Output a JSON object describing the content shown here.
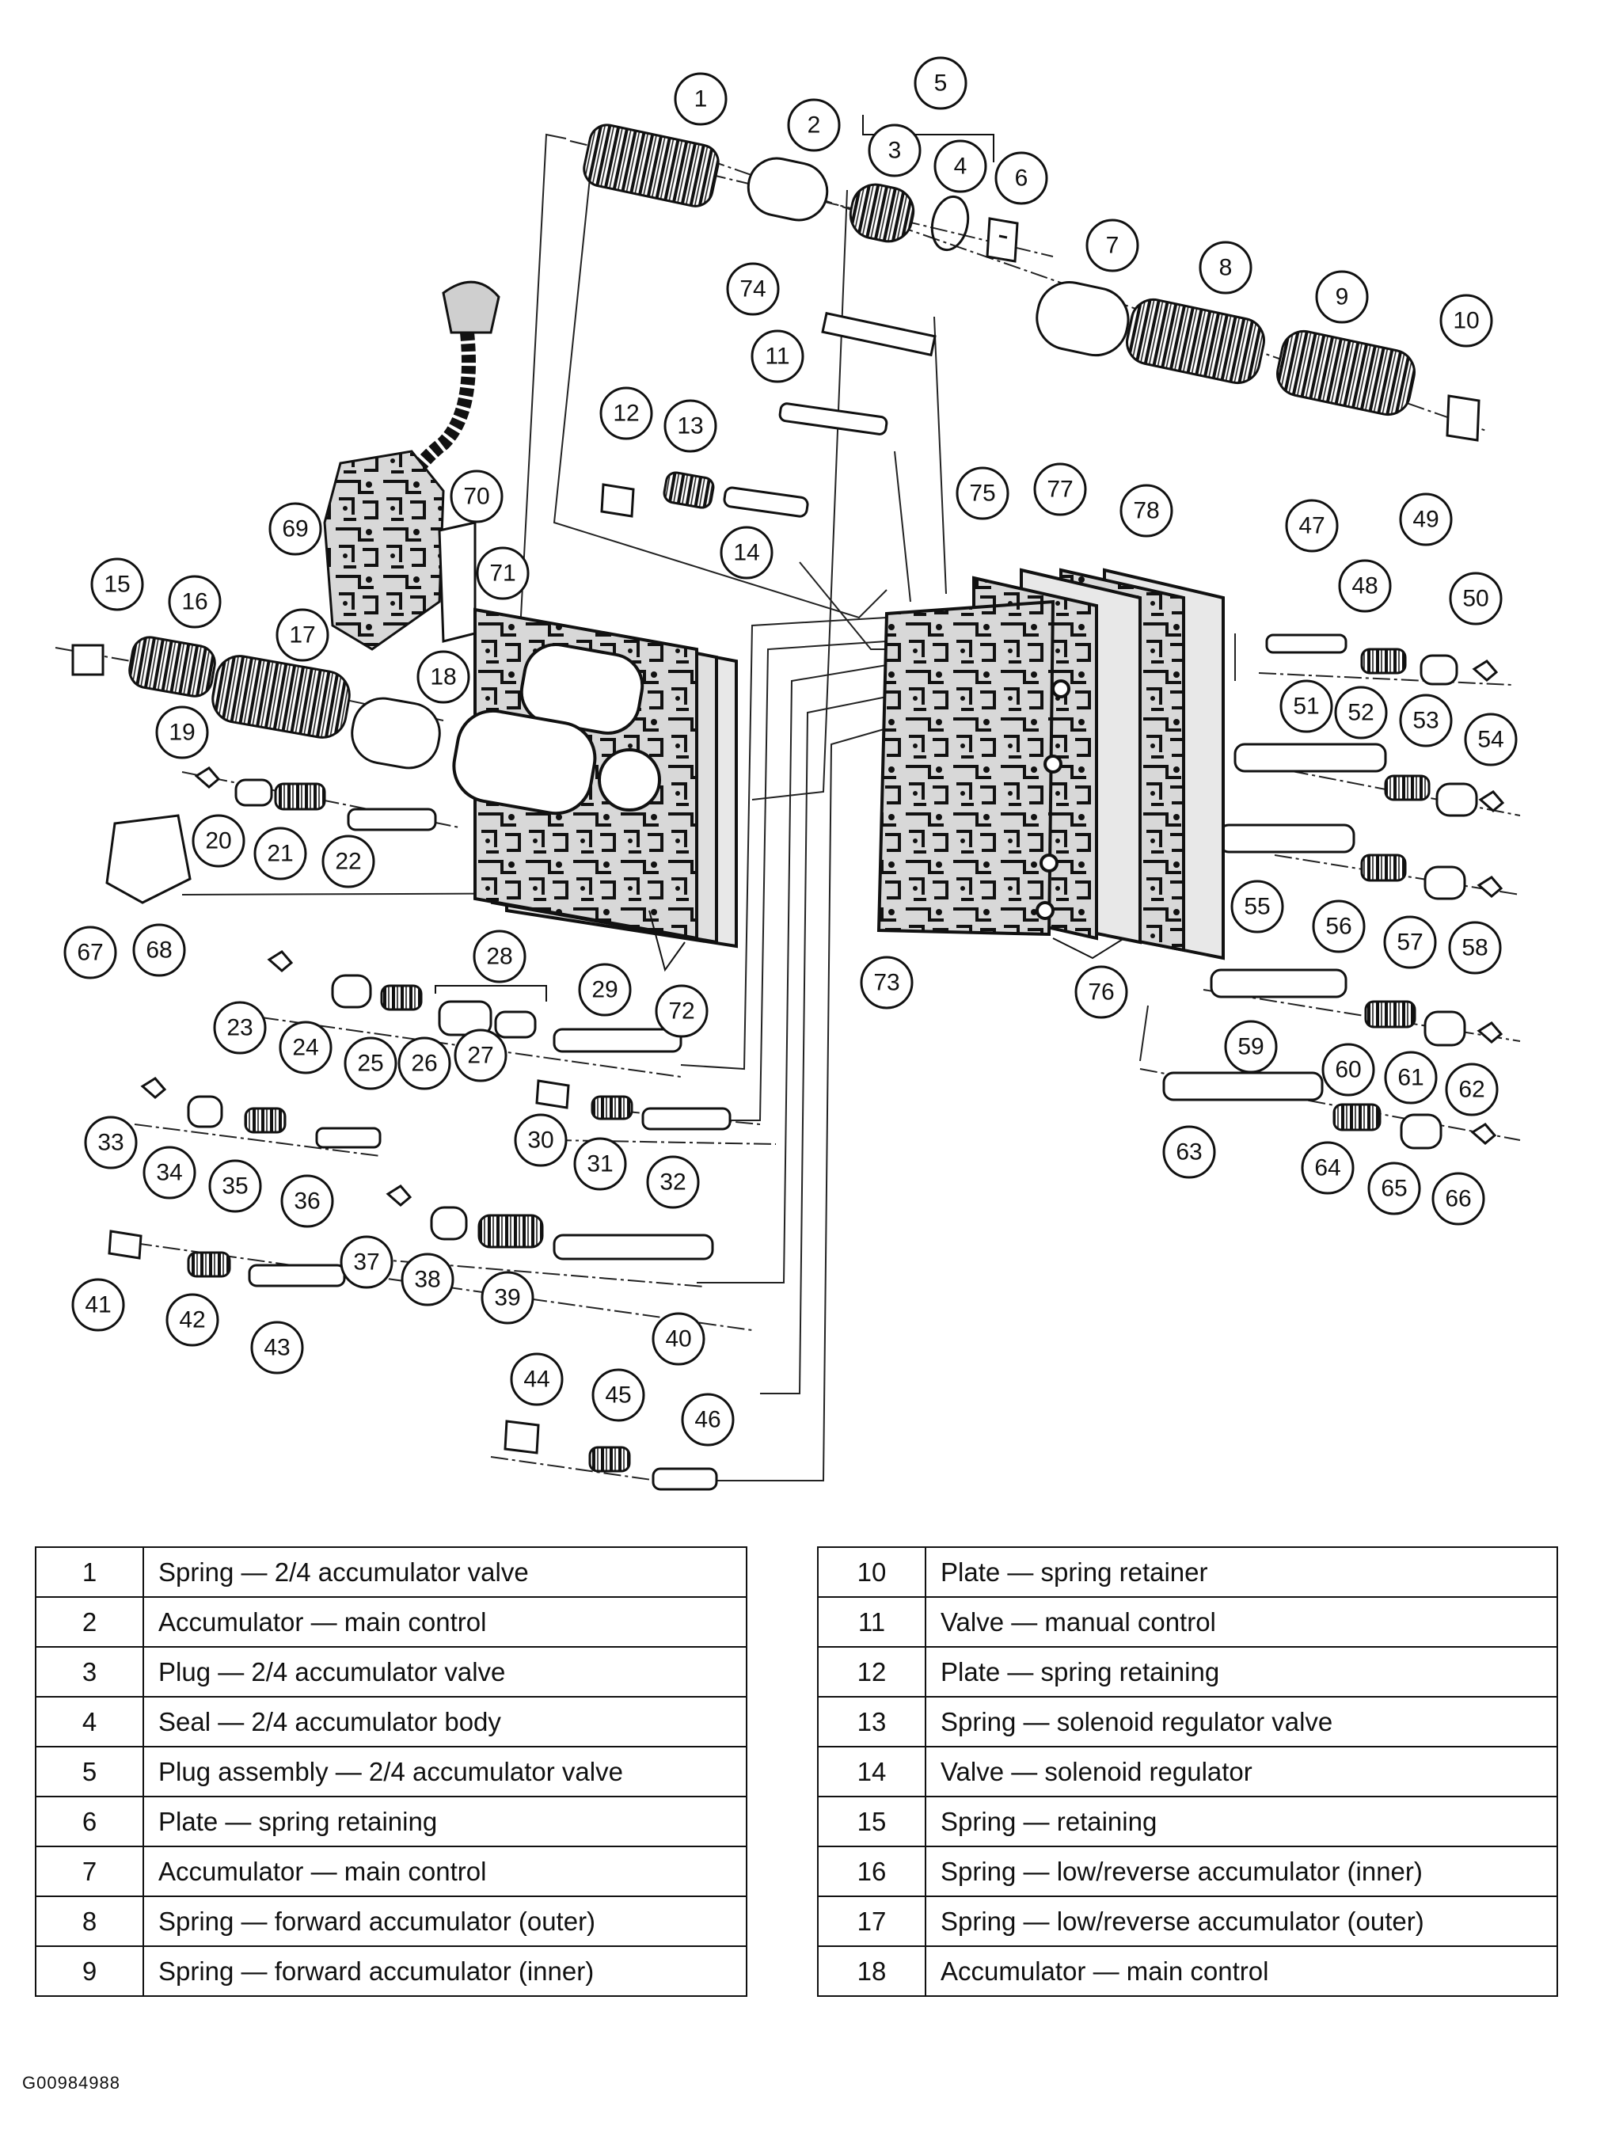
{
  "figure_code": "G00984988",
  "callouts": [
    "1",
    "2",
    "3",
    "4",
    "5",
    "6",
    "7",
    "8",
    "9",
    "10",
    "11",
    "12",
    "13",
    "14",
    "15",
    "16",
    "17",
    "18",
    "19",
    "20",
    "21",
    "22",
    "23",
    "24",
    "25",
    "26",
    "27",
    "28",
    "29",
    "30",
    "31",
    "32",
    "33",
    "34",
    "35",
    "36",
    "37",
    "38",
    "39",
    "40",
    "41",
    "42",
    "43",
    "44",
    "45",
    "46",
    "47",
    "48",
    "49",
    "50",
    "51",
    "52",
    "53",
    "54",
    "55",
    "56",
    "57",
    "58",
    "59",
    "60",
    "61",
    "62",
    "63",
    "64",
    "65",
    "66",
    "67",
    "68",
    "69",
    "70",
    "71",
    "72",
    "73",
    "74",
    "75",
    "76",
    "77",
    "78"
  ],
  "parts_left": [
    {
      "num": "1",
      "desc": "Spring — 2/4 accumulator valve"
    },
    {
      "num": "2",
      "desc": "Accumulator — main control"
    },
    {
      "num": "3",
      "desc": "Plug — 2/4 accumulator valve"
    },
    {
      "num": "4",
      "desc": "Seal — 2/4 accumulator body"
    },
    {
      "num": "5",
      "desc": "Plug assembly — 2/4 accumulator valve"
    },
    {
      "num": "6",
      "desc": "Plate — spring retaining"
    },
    {
      "num": "7",
      "desc": "Accumulator — main control"
    },
    {
      "num": "8",
      "desc": "Spring — forward accumulator (outer)"
    },
    {
      "num": "9",
      "desc": "Spring — forward accumulator (inner)"
    }
  ],
  "parts_right": [
    {
      "num": "10",
      "desc": "Plate — spring retainer"
    },
    {
      "num": "11",
      "desc": "Valve — manual control"
    },
    {
      "num": "12",
      "desc": "Plate — spring retaining"
    },
    {
      "num": "13",
      "desc": "Spring — solenoid regulator valve"
    },
    {
      "num": "14",
      "desc": "Valve — solenoid regulator"
    },
    {
      "num": "15",
      "desc": "Spring — retaining"
    },
    {
      "num": "16",
      "desc": "Spring — low/reverse accumulator (inner)"
    },
    {
      "num": "17",
      "desc": "Spring — low/reverse accumulator (outer)"
    },
    {
      "num": "18",
      "desc": "Accumulator — main control"
    }
  ]
}
